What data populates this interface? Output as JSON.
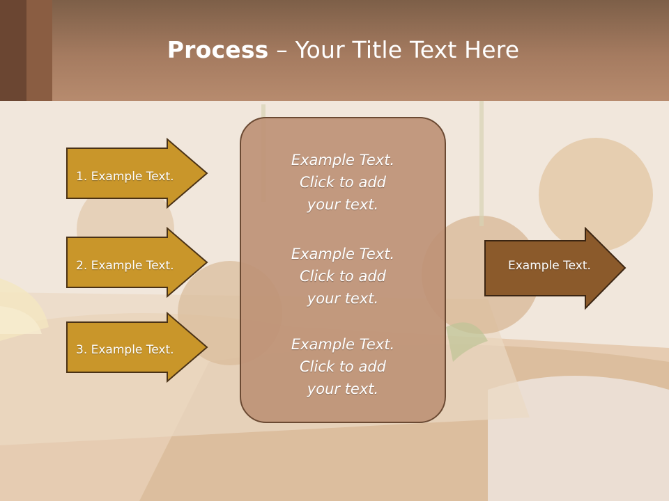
{
  "slide": {
    "title_bold": "Process",
    "title_rest": " – Your Title Text Here",
    "left_items": [
      {
        "label": "1. Example Text."
      },
      {
        "label": "2. Example Text."
      },
      {
        "label": "3. Example Text."
      }
    ],
    "center_blocks": [
      {
        "line1": "Example Text.",
        "line2": "Click  to add",
        "line3": "your text."
      },
      {
        "line1": "Example Text.",
        "line2": "Click  to add",
        "line3": "your text."
      },
      {
        "line1": "Example Text.",
        "line2": "Click  to add",
        "line3": "your text."
      }
    ],
    "right_item": {
      "label": "Example Text."
    }
  },
  "colors": {
    "left_arrow_fill": "#c9962a",
    "right_arrow_fill": "#8b5a2b",
    "arrow_stroke": "#4a3216",
    "header": "#a57b60"
  }
}
